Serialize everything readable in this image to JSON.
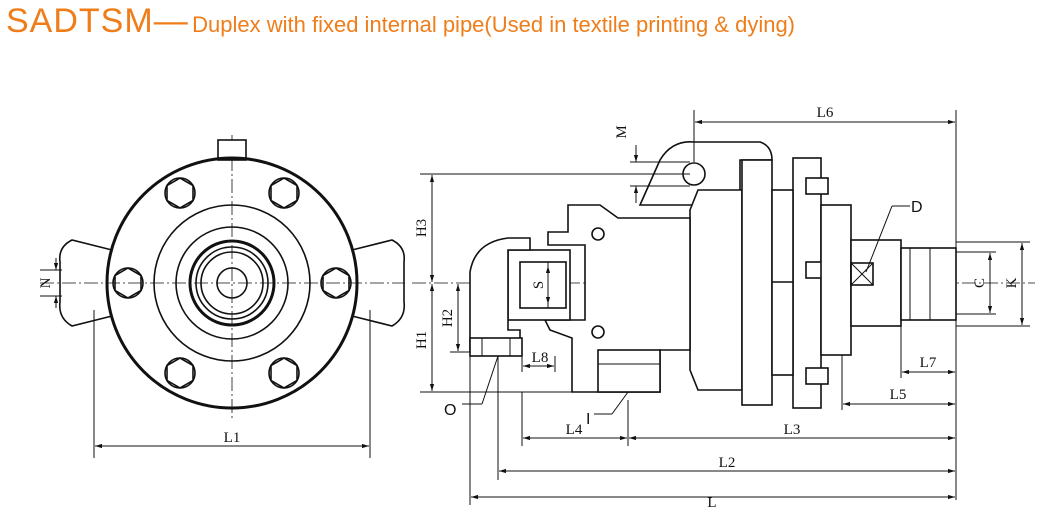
{
  "title": {
    "model": "SADTSM",
    "dash": "—",
    "description": "Duplex with fixed internal pipe(Used in textile printing & dying)",
    "color": "#ef7d1a"
  },
  "labels": {
    "L1": "L1",
    "N": "N",
    "M": "M",
    "L6": "L6",
    "H3": "H3",
    "H2": "H2",
    "H1": "H1",
    "S": "S",
    "L8": "L8",
    "O": "O",
    "I": "I",
    "L4": "L4",
    "L3": "L3",
    "L2": "L2",
    "L": "L",
    "D": "D",
    "C": "C",
    "K": "K",
    "L7": "L7",
    "L5": "L5"
  }
}
